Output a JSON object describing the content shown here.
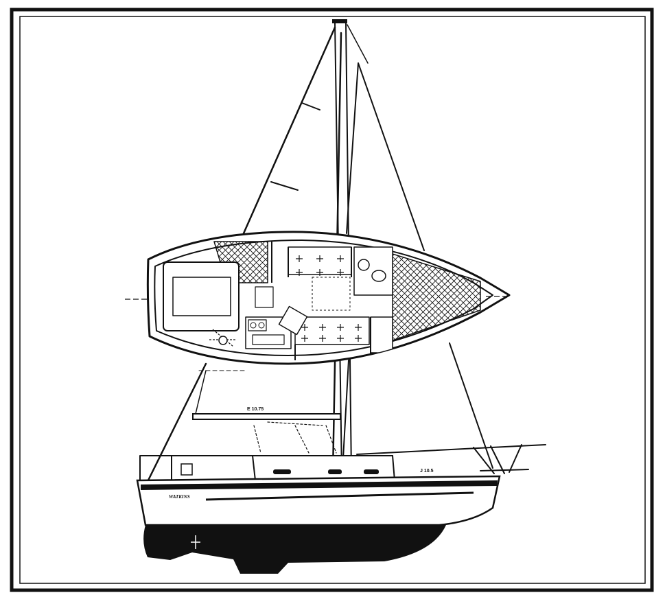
{
  "labels": {
    "boom_dimension": "E 10.75",
    "foretriangle_dimension": "J 10.5",
    "hull_name": "WATKINS"
  },
  "colors": {
    "ink": "#111111",
    "paper": "#ffffff"
  }
}
